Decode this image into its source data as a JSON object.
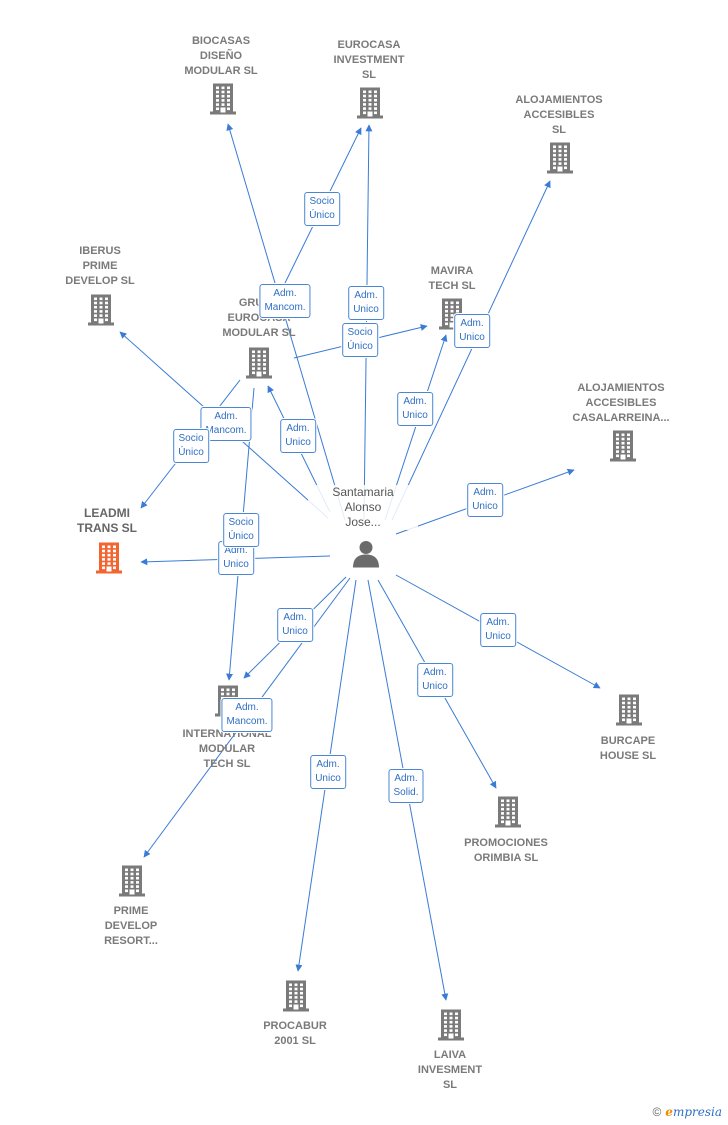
{
  "colors": {
    "edge": "#3a7bd5",
    "building": "#7a7a7a",
    "focus_building": "#f26430",
    "person": "#6b6b6b"
  },
  "person": {
    "name": "Santamaria\nAlonso\nJose...",
    "icon": "person-icon"
  },
  "nodes": [
    {
      "id": "biocasas",
      "label": "BIOCASAS\nDISEÑO\nMODULAR  SL",
      "icon": "building-icon"
    },
    {
      "id": "eurocasa",
      "label": "EUROCASA\nINVESTMENT\nSL",
      "icon": "building-icon"
    },
    {
      "id": "alojamientos",
      "label": "ALOJAMIENTOS\nACCESIBLES\nSL",
      "icon": "building-icon"
    },
    {
      "id": "iberus",
      "label": "IBERUS\nPRIME\nDEVELOP  SL",
      "icon": "building-icon"
    },
    {
      "id": "grupo",
      "label": "GRUPO\nEUROCASA\nMODULAR SL",
      "icon": "building-icon"
    },
    {
      "id": "mavira",
      "label": "MAVIRA\nTECH  SL",
      "icon": "building-icon"
    },
    {
      "id": "casalarreina",
      "label": "ALOJAMIENTOS\nACCESIBLES\nCASALARREINA...",
      "icon": "building-icon"
    },
    {
      "id": "leadmi",
      "label": "LEADMI\nTRANS  SL",
      "icon": "building-icon",
      "focus": true
    },
    {
      "id": "international",
      "label": "INTERNATIONAL\nMODULAR\nTECH SL",
      "icon": "building-icon"
    },
    {
      "id": "burcape",
      "label": "BURCAPE\nHOUSE SL",
      "icon": "building-icon"
    },
    {
      "id": "promociones",
      "label": "PROMOCIONES\nORIMBIA  SL",
      "icon": "building-icon"
    },
    {
      "id": "primedevelop",
      "label": "PRIME\nDEVELOP\nRESORT...",
      "icon": "building-icon"
    },
    {
      "id": "procabur",
      "label": "PROCABUR\n2001 SL",
      "icon": "building-icon"
    },
    {
      "id": "laiva",
      "label": "LAIVA\nINVESMENT\nSL",
      "icon": "building-icon"
    }
  ],
  "edges": [
    {
      "from": "person",
      "to": "biocasas",
      "label": "Adm.\nMancom."
    },
    {
      "from": "person",
      "to": "eurocasa",
      "label": "Adm.\nUnico"
    },
    {
      "from": "person",
      "to": "alojamientos",
      "label": "Adm.\nUnico"
    },
    {
      "from": "person",
      "to": "mavira",
      "label": "Adm.\nUnico"
    },
    {
      "from": "person",
      "to": "casalarreina",
      "label": "Adm.\nUnico"
    },
    {
      "from": "person",
      "to": "grupo",
      "label": "Adm.\nUnico"
    },
    {
      "from": "person",
      "to": "iberus",
      "label": "Adm.\nMancom."
    },
    {
      "from": "person",
      "to": "leadmi",
      "label": "Adm.\nUnico"
    },
    {
      "from": "person",
      "to": "international",
      "label": "Adm.\nUnico"
    },
    {
      "from": "person",
      "to": "primedevelop",
      "label": "Adm.\nMancom."
    },
    {
      "from": "person",
      "to": "burcape",
      "label": "Adm.\nUnico"
    },
    {
      "from": "person",
      "to": "promociones",
      "label": "Adm.\nUnico"
    },
    {
      "from": "person",
      "to": "procabur",
      "label": "Adm.\nUnico"
    },
    {
      "from": "person",
      "to": "laiva",
      "label": "Adm.\nSolid."
    },
    {
      "from": "grupo",
      "to": "eurocasa",
      "label": "Socio\nÚnico"
    },
    {
      "from": "grupo",
      "to": "mavira",
      "label": "Socio\nÚnico"
    },
    {
      "from": "grupo",
      "to": "leadmi",
      "label": "Socio\nÚnico"
    },
    {
      "from": "grupo",
      "to": "international",
      "label": "Socio\nÚnico"
    }
  ],
  "footer": {
    "copyright": "©",
    "brand_initial": "e",
    "brand_rest": "mpresia"
  }
}
